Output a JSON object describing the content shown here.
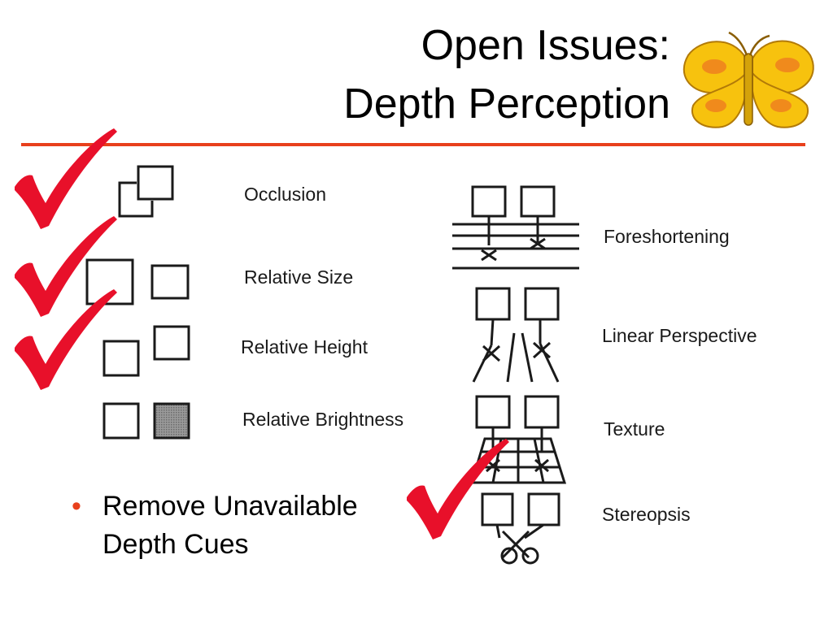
{
  "slide": {
    "title_line1": "Open Issues:",
    "title_line2": "Depth Perception",
    "accent_color": "#e8401c",
    "check_color": "#e8102a"
  },
  "cues_left": [
    {
      "label": "Occlusion",
      "checked": true
    },
    {
      "label": "Relative Size",
      "checked": true
    },
    {
      "label": "Relative Height",
      "checked": true
    },
    {
      "label": "Relative Brightness",
      "checked": false
    }
  ],
  "cues_right": [
    {
      "label": "Foreshortening",
      "checked": false
    },
    {
      "label": "Linear Perspective",
      "checked": false
    },
    {
      "label": "Texture",
      "checked": false
    },
    {
      "label": "Stereopsis",
      "checked": true
    }
  ],
  "bullet": {
    "marker": "•",
    "line1": "Remove Unavailable",
    "line2": "Depth Cues"
  },
  "icons": {
    "logo": "butterfly-icon",
    "check": "checkmark-icon"
  }
}
